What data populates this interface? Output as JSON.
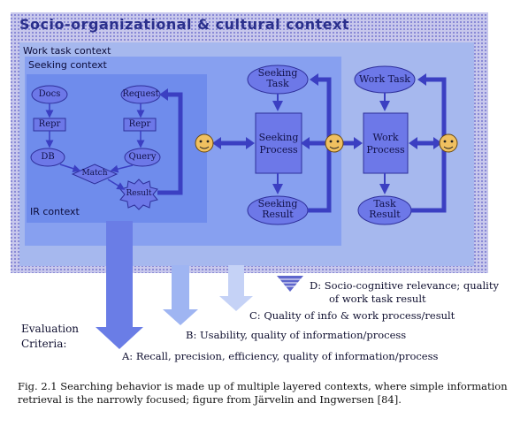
{
  "contexts": {
    "socio": "Socio-organizational & cultural context",
    "work_task": "Work task context",
    "seeking": "Seeking context",
    "ir": "IR context"
  },
  "ir_nodes": {
    "docs": "Docs",
    "repr_left": "Repr",
    "db": "DB",
    "request": "Request",
    "repr_right": "Repr",
    "query": "Query",
    "match": "Match",
    "result": "Result"
  },
  "seeking_nodes": {
    "task_line1": "Seeking",
    "task_line2": "Task",
    "process_line1": "Seeking",
    "process_line2": "Process",
    "result_line1": "Seeking",
    "result_line2": "Result"
  },
  "work_nodes": {
    "task": "Work Task",
    "process_line1": "Work",
    "process_line2": "Process",
    "result_line1": "Task",
    "result_line2": "Result"
  },
  "evaluation": {
    "label_line1": "Evaluation",
    "label_line2": "Criteria:",
    "a": "A: Recall, precision, efficiency, quality of information/process",
    "b": "B: Usability, quality of information/process",
    "c": "C: Quality of info & work process/result",
    "d_line1": "D: Socio-cognitive relevance; quality",
    "d_line2": "of work task result"
  },
  "caption": "Fig. 2.1 Searching behavior is made up of multiple layered contexts, where simple information retrieval is the narrowly focused; figure from Järvelin and Ingwersen [84].",
  "colors": {
    "socio_bg": "#c8c8ec",
    "work_bg": "#a6b8ee",
    "seeking_bg": "#7f9bf0",
    "node_fill": "#6d78e8",
    "arrow": "#3b3fc2",
    "face": "#f0c060"
  }
}
